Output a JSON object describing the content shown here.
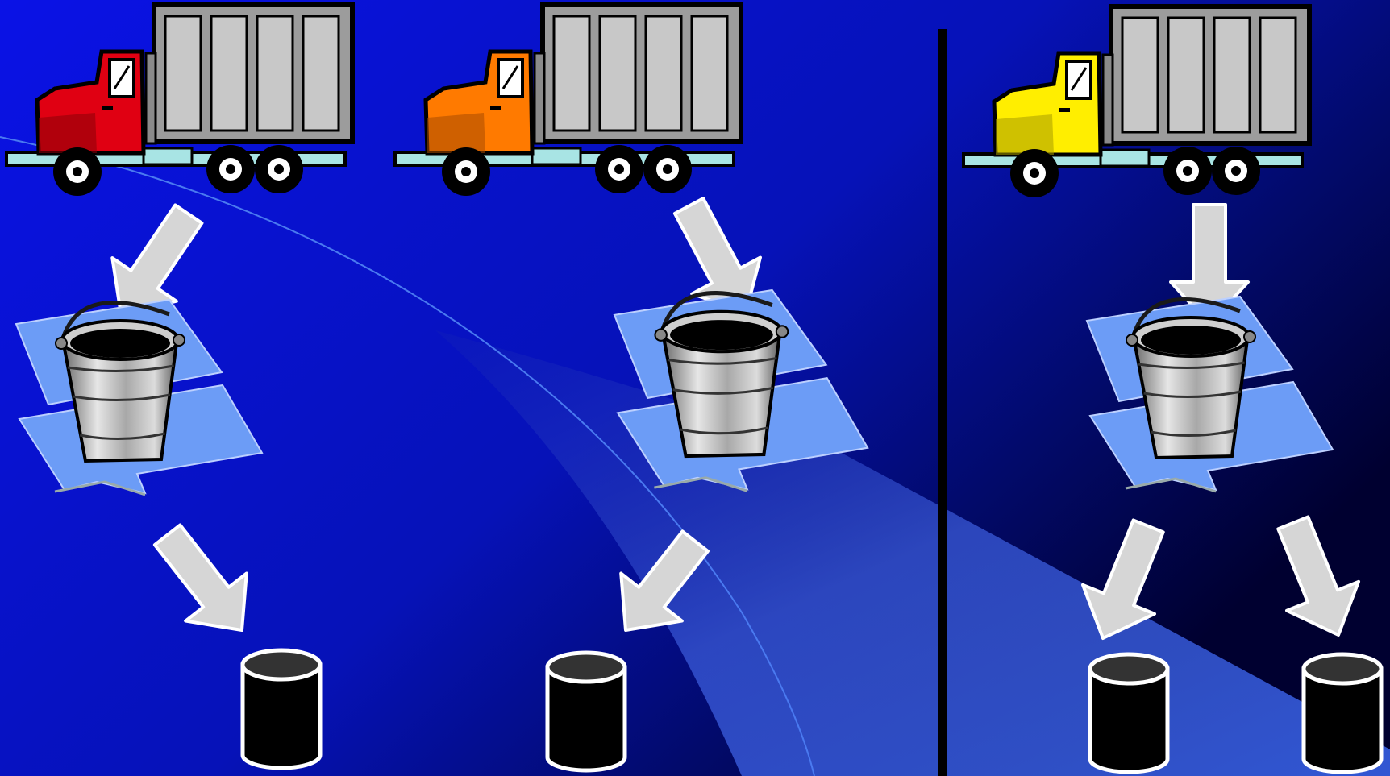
{
  "colors": {
    "background_top_left": "#0a12e6",
    "background_bottom_right": "#000030",
    "divider": "#000000",
    "arrow_fill": "#d6d6d6",
    "arrow_edge": "#ffffff",
    "paper": "#6c9cf6",
    "bucket_metal": "#b4b4b4",
    "container_fill": "#000000",
    "container_top": "#333333",
    "cargo_box": "#9c9c9c",
    "chassis": "#a8e4e4"
  },
  "pipelines": [
    {
      "truck": {
        "cab_color": "#e00012",
        "cab_dark": "#8a0008",
        "icon": "delivery-truck-icon"
      },
      "bucket": {
        "icon": "bucket-icon"
      },
      "containers": 1
    },
    {
      "truck": {
        "cab_color": "#ff7a00",
        "cab_dark": "#a84a00",
        "icon": "delivery-truck-icon"
      },
      "bucket": {
        "icon": "bucket-icon"
      },
      "containers": 1
    },
    {
      "truck": {
        "cab_color": "#ffee00",
        "cab_dark": "#a89c00",
        "icon": "delivery-truck-icon"
      },
      "bucket": {
        "icon": "bucket-icon"
      },
      "containers": 2
    }
  ]
}
